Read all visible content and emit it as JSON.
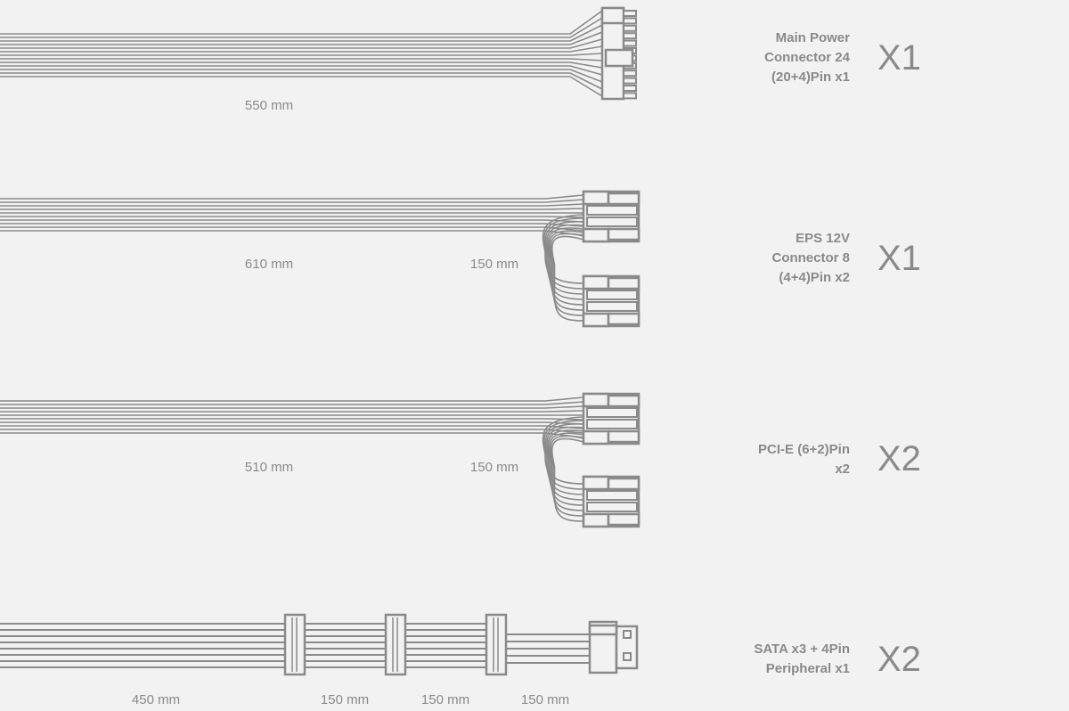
{
  "colors": {
    "background": "#f2f2f2",
    "line": "#8a8a8a",
    "text": "#8a8a8a"
  },
  "cables": [
    {
      "name": "Main Power Connector 24 (20+4)Pin x1",
      "lines": [
        "Main Power",
        "Connector 24",
        "(20+4)Pin x1"
      ],
      "quantity": "X1",
      "lengths": [
        "550 mm"
      ]
    },
    {
      "name": "EPS 12V Connector 8 (4+4)Pin x2",
      "lines": [
        "EPS 12V",
        "Connector 8",
        "(4+4)Pin x2"
      ],
      "quantity": "X1",
      "lengths": [
        "610 mm",
        "150 mm"
      ]
    },
    {
      "name": "PCI-E (6+2)Pin x2",
      "lines": [
        "PCI-E (6+2)Pin",
        "x2"
      ],
      "quantity": "X2",
      "lengths": [
        "510 mm",
        "150 mm"
      ]
    },
    {
      "name": "SATA x3 + 4Pin Peripheral x1",
      "lines": [
        "SATA x3 + 4Pin",
        "Peripheral x1"
      ],
      "quantity": "X2",
      "lengths": [
        "450 mm",
        "150 mm",
        "150 mm",
        "150 mm"
      ]
    }
  ]
}
